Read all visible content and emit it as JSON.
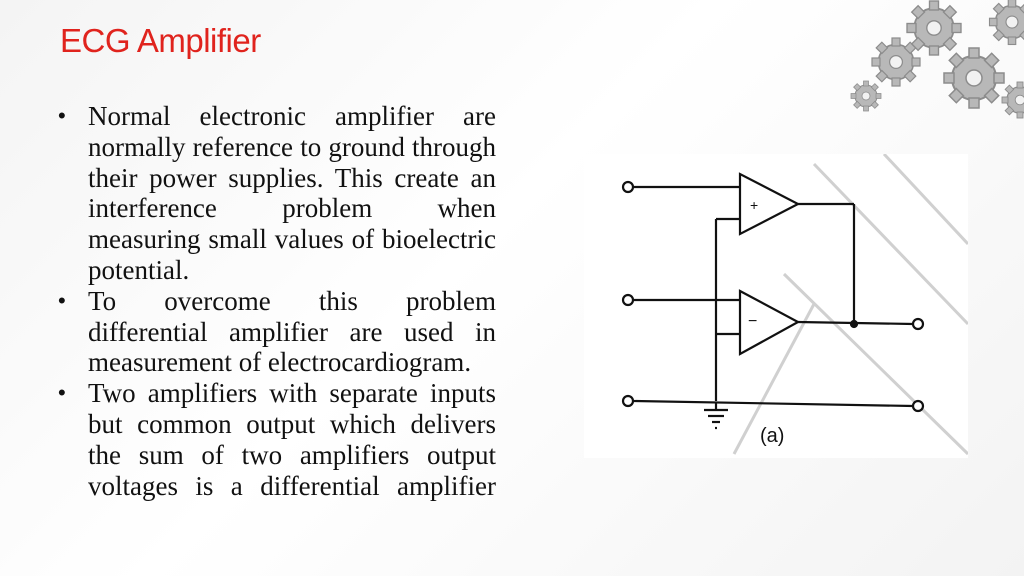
{
  "slide": {
    "title": "ECG Amplifier",
    "bullets": [
      "Normal electronic amplifier are normally reference to ground through their power supplies. This create an interference problem when measuring small values of bioelectric potential.",
      "To overcome this problem differential amplifier are used in measurement of electrocardiogram.",
      "Two amplifiers with separate inputs but common output which delivers the sum of two amplifiers output voltages is a differential amplifier"
    ],
    "bullet_symbol": "•"
  },
  "figure": {
    "caption": "(a)",
    "plus_sign": "+",
    "minus_sign": "−"
  },
  "decoration": {
    "icon": "gears-icon",
    "color": "#9a9a9a"
  }
}
